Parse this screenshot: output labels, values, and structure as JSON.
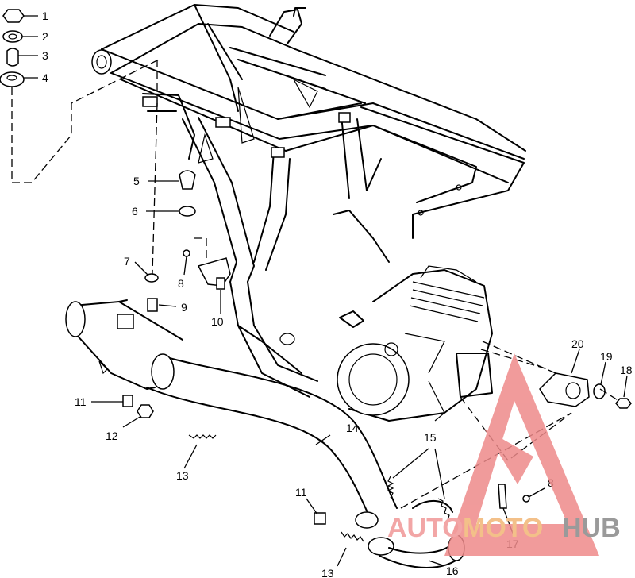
{
  "callouts": {
    "c1": "1",
    "c2": "2",
    "c3": "3",
    "c4": "4",
    "c5": "5",
    "c6": "6",
    "c7": "7",
    "c8a": "8",
    "c8b": "8",
    "c9": "9",
    "c10": "10",
    "c11a": "11",
    "c11b": "11",
    "c12": "12",
    "c13a": "13",
    "c13b": "13",
    "c14": "14",
    "c15": "15",
    "c16": "16",
    "c17": "17",
    "c18": "18",
    "c19": "19",
    "c20": "20"
  },
  "watermark": {
    "text_auto": "AUTO",
    "text_moto": "MOTO",
    "text_hub": "HUB",
    "color_auto": "#f2a6a6",
    "color_moto": "#f3c089",
    "color_hub": "#9a9a9a",
    "triangle_color": "#ee8a8a"
  }
}
